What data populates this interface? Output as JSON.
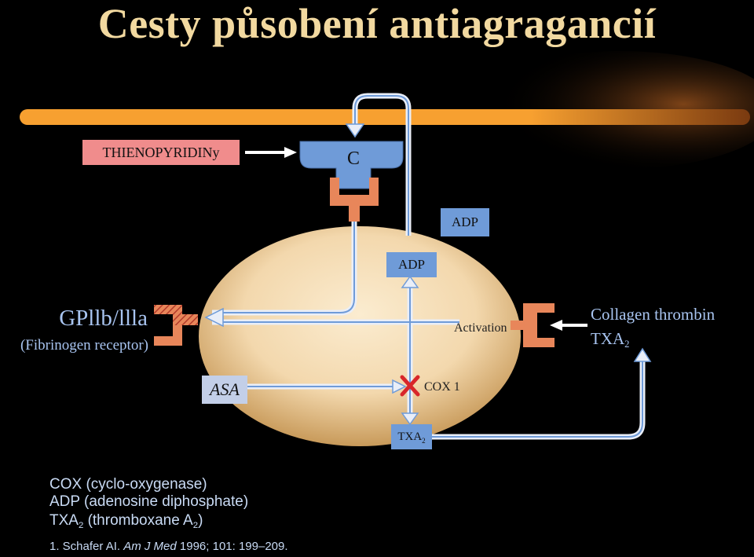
{
  "title": "Cesty působení antiagragancií",
  "thienopyridine_label": "THIENOPYRIDINy",
  "receptor_c_label": "C",
  "adp_outside_label": "ADP",
  "adp_inside_label": "ADP",
  "gp_receptor": {
    "title": "GPllb/llla",
    "subtitle": "(Fibrinogen receptor)"
  },
  "activation_label": "Activation",
  "collagen_label": "Collagen thrombin",
  "txa_right": {
    "text": "TXA",
    "sub": "2"
  },
  "asa_label": "ASA",
  "cox1_label": "COX 1",
  "txa_box": {
    "text": "TXA",
    "sub": "2"
  },
  "legend": {
    "cox": "COX (cyclo-oxygenase)",
    "adp": "ADP (adenosine diphosphate)",
    "txa_prefix": "TXA",
    "txa_sub": "2",
    "txa_middle": " (thromboxane A",
    "txa_sub2": "2",
    "txa_suffix": ")"
  },
  "reference": {
    "prefix": "1. Schafer AI. ",
    "journal": "Am J Med",
    "suffix": " 1996; 101: 199–209."
  },
  "colors": {
    "background": "#000000",
    "title": "#f2d9a0",
    "orange_bar": "#f7a030",
    "receptor_blue": "#6f9bd8",
    "receptor_orange": "#e8865a",
    "thieno_pink": "#f08c8c",
    "text_blue": "#a8c4f0",
    "inhibit_red": "#d8262a"
  }
}
